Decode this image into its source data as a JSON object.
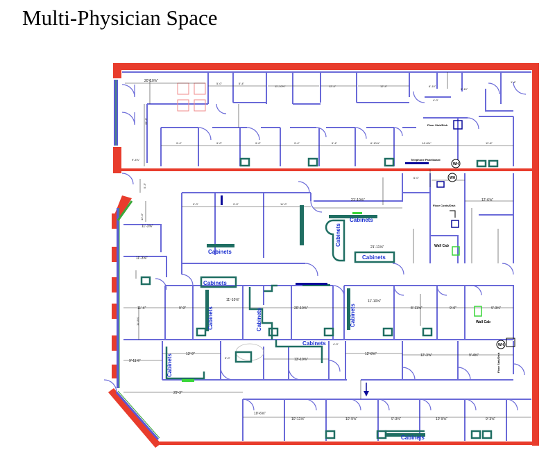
{
  "page": {
    "title": "Multi-Physician Space"
  },
  "colors": {
    "exterior_wall": "#e83c2c",
    "interior_wall": "#6a6ad8",
    "cabinet": "#1f6e62",
    "cabinet_label": "#1a2fd0",
    "wall_cab": "#39d639",
    "furniture": "#f08a8a"
  },
  "labels": {
    "cabinets": "Cabinets",
    "wall_cab": "Wall Cab",
    "floor_sink": "Floor Sink/Dish",
    "telephone": "Telephone Panelboard",
    "floor_cords": "Floor Cords/Dish",
    "wh": "WH"
  },
  "dimensions": [
    "20'-10⅝\"",
    "5'-0\"",
    "5'-4\"",
    "11'-10⅝\"",
    "12'-4\"",
    "12'-4\"",
    "6'-10\"",
    "5'-10\"",
    "1'-4\"",
    "4'-0\"",
    "25'-5\"",
    "9'-4\"",
    "9'-0\"",
    "9'-0\"",
    "9'-4\"",
    "9'-4\"",
    "6'-10⅝\"",
    "14'-8⅝\"",
    "11'-8\"",
    "9'-4⅝\"",
    "5'-3\"",
    "12'-0\"",
    "11'-3⅝\"",
    "9'-0\"",
    "9'-0\"",
    "11'-0\"",
    "21'-10⅝\"",
    "6'-0\"",
    "12'-6⅝\"",
    "11'-3⅝\"",
    "21'-11⅝\"",
    "11'-4\"",
    "9'-9\"",
    "11'-10⅝\"",
    "20'-10⅝\"",
    "11'-10⅝\"",
    "8'-11⅝\"",
    "9'-0\"",
    "9'-3⅝\"",
    "11'-5⅝\"",
    "9'-11⅝\"",
    "13'-9\"",
    "5'-0\"",
    "13'-10⅝\"",
    "4'-0\"",
    "12'-8⅝\"",
    "12'-3⅝\"",
    "9'-4⅝\"",
    "29'-3\"",
    "10'-6⅝\"",
    "10'-11⅝\"",
    "10'-9⅝\"",
    "9'-3⅝\"",
    "10'-8⅝\"",
    "9'-3⅝\""
  ]
}
